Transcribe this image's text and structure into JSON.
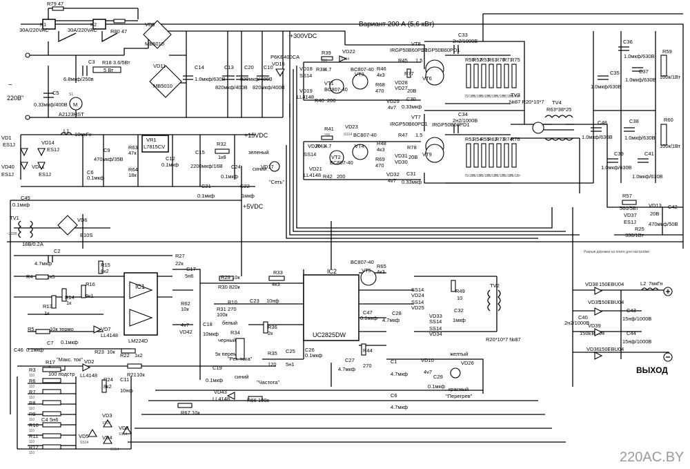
{
  "header": {
    "variant": "Вариант  200 А  (5,6 кВт)",
    "hv": "+300VDC",
    "v15": "+15VDC",
    "v5": "+5VDC",
    "mains": "220В\"",
    "output": "ВЫХОД",
    "watermark": "220AC.BY",
    "note": "Разрыв дорожки на плате для настройки"
  },
  "relays": {
    "k1": "K1",
    "k2": "K2",
    "k1_rating": "30A/220VAC",
    "k2_rating": "30A/220VAC",
    "r79": "R79  47",
    "r80": "R80  47",
    "fan": "A2123HST",
    "c3": "C3",
    "c3v": "6.8мкф/250в",
    "r18": "R18  3.6/5Вт",
    "r18b": "5 Вт",
    "c5": "C5",
    "c5v": "0.33мкф/400В",
    "m": "M",
    "s1": "S1"
  },
  "hv_bank": {
    "vd9": "VD9",
    "vd9p": "MB5010",
    "vd11": "VD11",
    "vd11p": "MB5010",
    "c14": "C14",
    "c14v": "1.0мкф/630В",
    "c13": "C13",
    "c13v": "820мкф/400В",
    "c20": "C20",
    "c20v": "820мкф/400В",
    "c10": "C10",
    "c10v": "820мкф/400В",
    "vd16": "VD16",
    "vd16p": "P6KE400CA"
  },
  "driver_top": {
    "r39": "R39",
    "r39v": "200",
    "vd22": "VD22",
    "vd22p": "SS14",
    "vd18": "VD18",
    "vd18p": "SS14",
    "r38": "R38",
    "r38v": "4.7",
    "vt3": "VT3",
    "vt3p": "BC807-40",
    "vt1": "VT1",
    "vt1p": "BC807-40",
    "vd19": "VD19",
    "vd19p": "LL4148",
    "r40": "R40",
    "r40v": "200",
    "r46": "R46",
    "r46v": "4к3",
    "r68": "R68",
    "r68v": "470",
    "r45": "R45",
    "r45v": "1.5",
    "r77": "R77",
    "vd28": "VD28",
    "vd28v": "20В",
    "vd27": "VD27",
    "vd29": "VD29",
    "vd29v": "4v7",
    "c30": "C30",
    "c30v": "0.33мкф",
    "vt8": "VT8",
    "vt8p": "IRGP50B60PD1",
    "vt6": "VT6",
    "vt6p": "IRGP50B60PD1"
  },
  "driver_bottom": {
    "r41": "R41",
    "r41v": "200",
    "vd23": "VD23",
    "vd23p": "SS14",
    "vd20": "VD20",
    "vd20p": "SS14",
    "r43": "R43",
    "r43v": "4.7",
    "vt4": "VT4",
    "vt4p": "BC807-40",
    "vt2": "VT2",
    "vt2p": "BC807-40",
    "vd21": "VD21",
    "vd21p": "LL4148",
    "r42": "R42",
    "r42v": "200",
    "r48": "R48",
    "r48v": "4к3",
    "r69": "R69",
    "r69v": "470",
    "r47": "R47",
    "r47v": "1.5",
    "r78": "R78",
    "vd31": "VD31",
    "vd31v": "20В",
    "vd30": "VD30",
    "vd32": "VD32",
    "vd32v": "4v7",
    "c31": "C31",
    "c31v": "0.33мкф",
    "vt7": "VT7",
    "vt7p": "IRGP50B60PD1",
    "vt9": "VT9",
    "vt9p": "IRGP50B60PD1"
  },
  "snubbers": {
    "c33": "C33",
    "c33v": "2н2/1000В",
    "c34": "C34",
    "c34v": "2н2/1000В",
    "top_names": [
      "R50",
      "R52",
      "R53",
      "R61",
      "R70",
      "R71",
      "R75"
    ],
    "bot_names": [
      "R51",
      "R54",
      "R55",
      "R62",
      "R73",
      "R74",
      "R76"
    ],
    "rating": "75/1Вт"
  },
  "transformers": {
    "tv3": "TV3",
    "tv3p": "№87  R20*10*7",
    "tv4": "TV4",
    "tv4p": "R63*38*25",
    "tv2": "TV2",
    "tv2p": "R20*10*7  №87"
  },
  "right_caps": {
    "c36": "C36",
    "c36v": "1.0мкф/630В",
    "c35": "C35",
    "c35v": "1.0мкф/630В",
    "c37": "C37",
    "c37v": "1.0мкф/630В",
    "r59": "R59",
    "r59v": "100к/1Вт",
    "c48": "C48",
    "c48v": "1.0мкф/630В",
    "c38": "C38",
    "c38v": "1.0мкф/630В",
    "c39": "C39",
    "c39v": "1.0мкф/630В",
    "c41": "C41",
    "c41v": "1.0мкф/630В",
    "r60": "R60",
    "r60v": "100к/1Вт"
  },
  "output_stage": {
    "r57": "R57",
    "r57v": "560/5Вт",
    "vd13": "VD13",
    "vd13v": "20В",
    "vd37": "VD37",
    "vd37p": "ES1J",
    "r25": "R25",
    "r25v": "330/1Вт",
    "c42": "C42",
    "c42v": "470мкф/50В",
    "vd38": "VD38",
    "vd35": "VD35",
    "vd39": "VD39",
    "vd36": "VD36",
    "vdp": "150EBU04",
    "l2": "L2",
    "l2v": "7мкГн",
    "c40": "C40",
    "c40v": "2н2/1000В",
    "c43": "C43",
    "c43v": "15нф/1000В",
    "c44": "C44",
    "c44v": "15нф/1000В"
  },
  "supply": {
    "vd1": "VD1",
    "vd1p": "ES1J",
    "vd14": "VD14",
    "vd14p": "ES1J",
    "vd40": "VD40",
    "vd40p": "ES1J",
    "vd41": "VD41",
    "vd41p": "ES1J",
    "l1": "L1",
    "l1v": "10мкГн",
    "c9": "C9",
    "c9v": "470мкф/35В",
    "c6": "C6",
    "c6v": "0.1мкф",
    "r63": "R63",
    "r63v": "47к",
    "r64": "R64",
    "r64v": "18к",
    "vr1": "VR1",
    "vr1p": "L7815CV",
    "c12": "C12",
    "c12v": "0.1мкф",
    "c15": "C15",
    "c15v": "2200мкф/16В",
    "r32": "R32",
    "r32v": "1к8",
    "green": "зеленый",
    "blue": "синий",
    "vd17": "VD17",
    "net": "\"Сеть\"",
    "c24": "C24",
    "c24v": "0.1мкф",
    "c21": "C21",
    "c21v": "0.1мкф",
    "c22": "C22",
    "c22v": "1мкф",
    "c45": "C45",
    "c45v": "0.1мкф",
    "tv1": "TV1",
    "tv1p": "18В/0.2А",
    "tv1in": "~220В",
    "vd6": "VD6",
    "vd6p": "B10S"
  },
  "control": {
    "c2": "C2",
    "c2v": "4.7мкф",
    "r15": "R15",
    "r15v": "8к2",
    "r4": "R4",
    "r4v": "1к5",
    "r16": "R16",
    "r16v": "9к1",
    "r13": "R13",
    "r13v": "1к",
    "r14": "R14",
    "r14v": "1к",
    "r5": "R5",
    "r5v": "10к термо",
    "vd7": "VD7",
    "vd7p": "LL4148",
    "c7": "C7",
    "c7v": "0.1мкф",
    "c46": "C46",
    "c46v": "0.1мкф",
    "r3": "R3",
    "r17": "R17",
    "r17v": "100 подстр",
    "maxcur": "\"Макс. ток\"",
    "vd2": "VD2",
    "vd2p": "LL4148",
    "r_names": [
      "R3",
      "R6",
      "R7",
      "R8",
      "R9",
      "R10",
      "R11",
      "R12"
    ],
    "r_val": "110",
    "c4": "C4",
    "c4v": "5н6",
    "r24": "R24",
    "r24v": "8к2",
    "c11": "C11",
    "c11v": "10нф",
    "r21": "R21",
    "r21v": "10к",
    "r22": "R22",
    "r22v": "1к2",
    "r23": "R23",
    "r23v": "10к",
    "vd3": "VD3",
    "vd3p": "SS14",
    "vd4": "VD4",
    "vd4p": "SS14",
    "vd5": "VD5",
    "vd5p": "SS14",
    "vd8": "VD8",
    "vd8p": "SS14",
    "ic1": "IC1",
    "ic1p": "LM224D",
    "r27": "R27",
    "r27v": "22к",
    "c17": "C17",
    "c17v": "5н6",
    "r62": "R62",
    "r62v": "10к",
    "vd42": "VD42",
    "vd42v": "4v7",
    "c18": "C18",
    "c18v": "10мкф",
    "r29": "R29",
    "r29v": "10к",
    "r30": "R30",
    "r30v": "820к",
    "r31": "R31",
    "r31v": "100к",
    "r10": "R10",
    "r10v": "270",
    "white": "белый",
    "black": "черный",
    "r34": "R34",
    "r34v": "5к перем.",
    "regtok": "\"Рег. тока\"",
    "c19": "C19",
    "c19v": "0.1мкф",
    "blue2": "синий",
    "r67": "R67",
    "r67v": "10к",
    "vd43": "VD43",
    "vd43p": "LL4148",
    "r66": "R66",
    "r66v": "100к"
  },
  "pwm": {
    "ic2": "IC2",
    "ic2p": "UC2825DW",
    "r33": "R33",
    "r33v": "4к3",
    "c23": "C23",
    "c23v": "10нф",
    "r36": "R36",
    "r36v": "2к",
    "r35": "R35",
    "r35v": "120",
    "c25": "C25",
    "c25v": "5н1",
    "chast": "\"Частота\"",
    "c26": "C26",
    "c26v": "0.1мкф",
    "c27": "C27",
    "c27v": "4.7мкф",
    "r44": "R44",
    "r44v": "270",
    "c47": "C47",
    "c47v": "0.1мкф",
    "c28": "C28",
    "c28v": "4.7мкф",
    "vt5": "VT5",
    "vt5p": "BC807-40",
    "r65": "R65",
    "r65v": "4к3",
    "vd24": "VD24",
    "vd24p": "SS14",
    "vd25": "VD25",
    "vd25p": "SS14",
    "vd33": "VD33",
    "vd33p": "SS14",
    "vd34": "VD34",
    "vd34p": "SS14",
    "r49": "R49",
    "r49v": "10",
    "c32": "C32",
    "c32v": "1мкф",
    "c1": "C1",
    "c1v": "4.7мкф",
    "c6b": "C6",
    "c6bv": "4.7мкф",
    "vd10": "VD10",
    "vd10v": "4v7",
    "c29": "C29",
    "c29v": "0.1мкф",
    "vd26": "VD26",
    "yellow": "желтый",
    "red": "красный",
    "overheat": "\"Перегрев\""
  }
}
